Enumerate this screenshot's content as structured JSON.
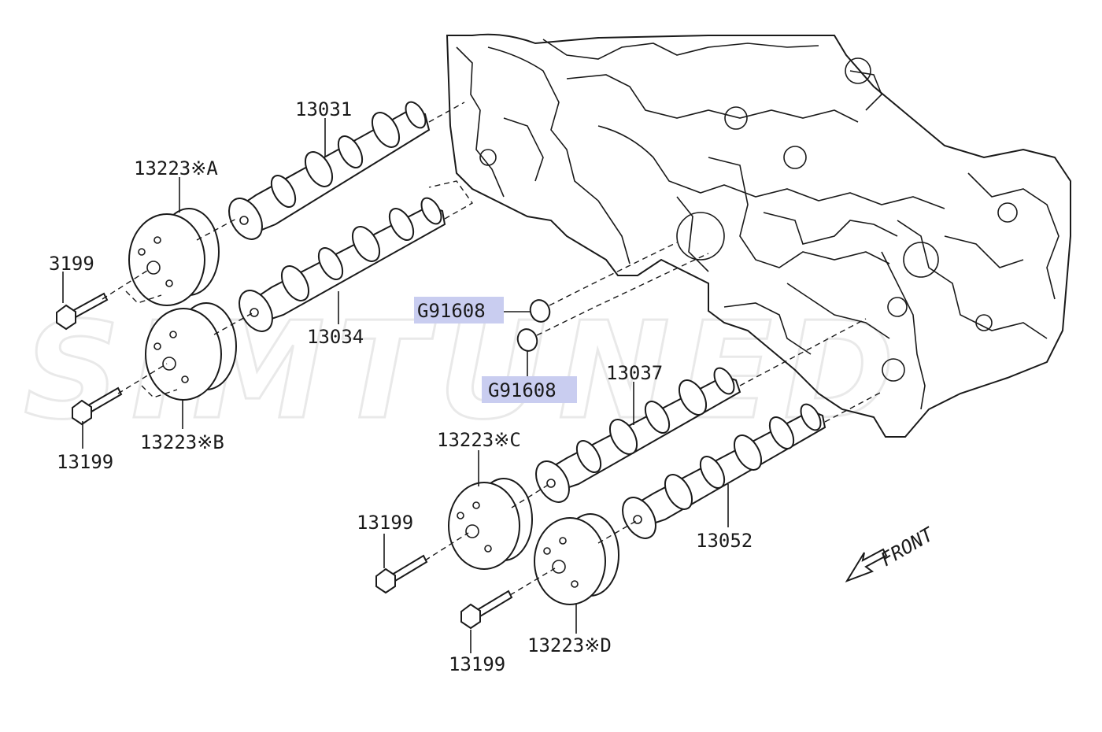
{
  "watermark": "SIMTUNED",
  "labels": {
    "l13031": "13031",
    "l13223A": "13223※A",
    "l3199": "3199",
    "l13034": "13034",
    "l13223B": "13223※B",
    "l13199a": "13199",
    "g91608a": "G91608",
    "g91608b": "G91608",
    "l13037": "13037",
    "l13223C": "13223※C",
    "l13199b": "13199",
    "l13052": "13052",
    "l13199c": "13199",
    "l13223D": "13223※D"
  },
  "front_label": "FRONT",
  "colors": {
    "highlight": "#c9cdf0",
    "line": "#1a1a1a",
    "watermark": "#e9e9e9"
  }
}
